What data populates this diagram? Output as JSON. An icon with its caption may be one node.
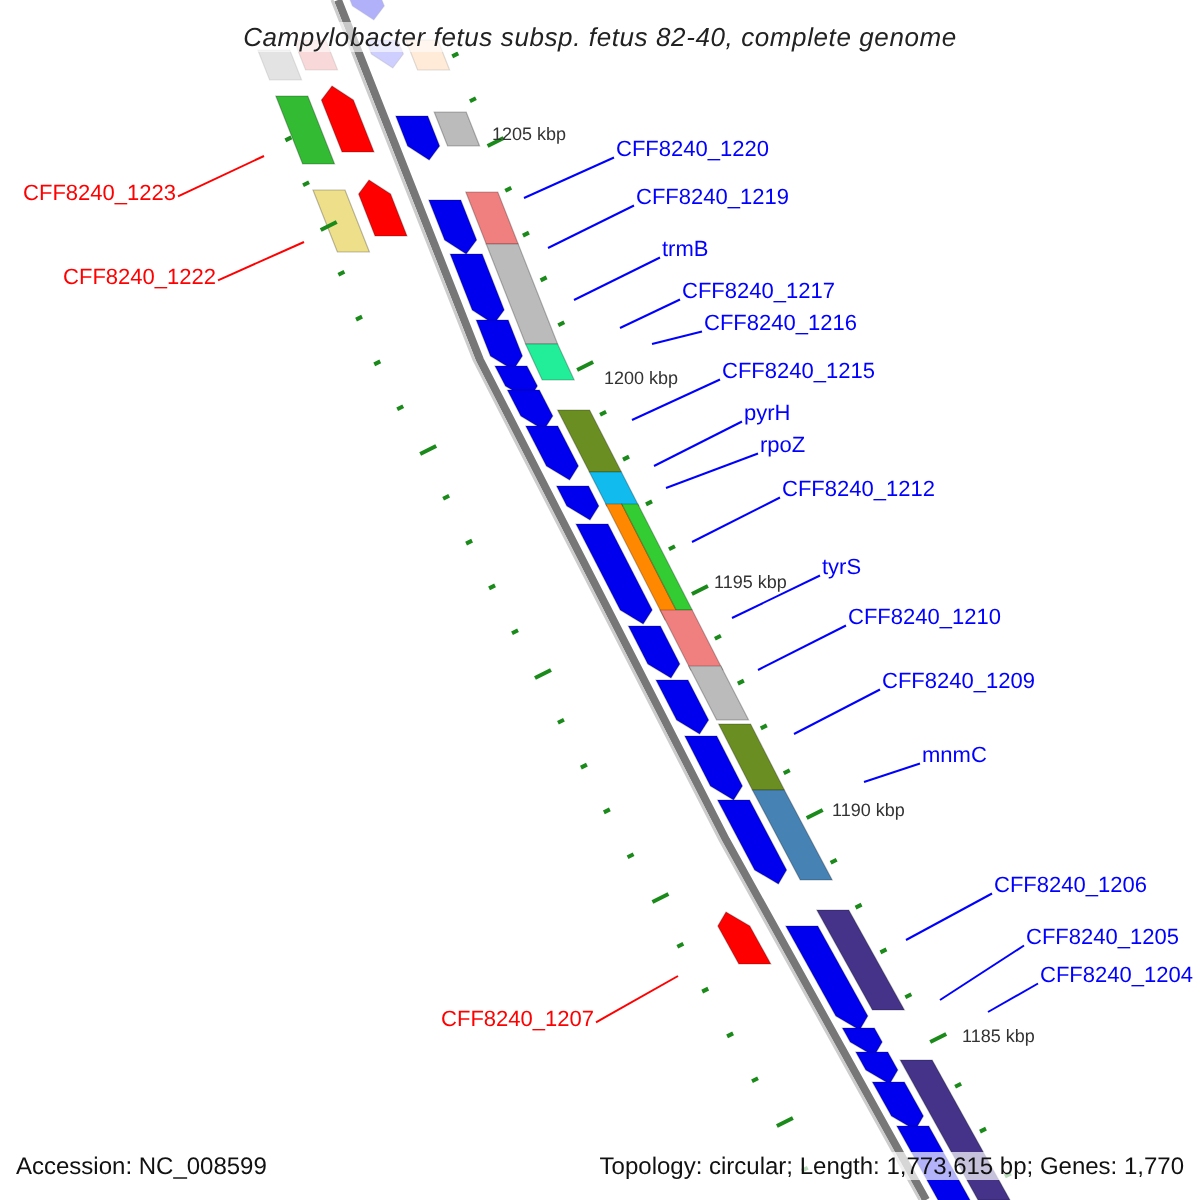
{
  "diagram": {
    "title": "Campylobacter fetus subsp. fetus 82-40, complete genome",
    "nodes": [
      {
        "text": [
          "CFF8240_1220"
        ]
      },
      {
        "text": [
          "CFF8240_1223"
        ]
      },
      {
        "text": [
          "CFF8240_1219"
        ]
      },
      {
        "text": [
          "trmB"
        ]
      },
      {
        "text": [
          "CFF8240_1222"
        ]
      },
      {
        "text": [
          "CFF8240_1217"
        ]
      },
      {
        "text": [
          "CFF8240_1216"
        ]
      },
      {
        "text": [
          "CFF8240_1215"
        ]
      },
      {
        "text": [
          "pyrH"
        ]
      },
      {
        "text": [
          "rpoZ"
        ]
      },
      {
        "text": [
          "CFF8240_1212"
        ]
      },
      {
        "text": [
          "tyrS"
        ]
      },
      {
        "text": [
          "CFF8240_1210"
        ]
      },
      {
        "text": [
          "CFF8240_1209"
        ]
      },
      {
        "text": [
          "mnmC"
        ]
      },
      {
        "text": [
          "CFF8240_1206"
        ]
      },
      {
        "text": [
          "CFF8240_1205"
        ]
      },
      {
        "text": [
          "CFF8240_1204"
        ]
      },
      {
        "text": [
          "CFF8240_1207"
        ]
      }
    ],
    "edges": [
      {
        "from": 0,
        "to": null,
        "arrow": "none"
      },
      {
        "from": 1,
        "to": null,
        "arrow": "none",
        "color": "#ff0000"
      },
      {
        "from": 2,
        "to": null,
        "arrow": "none"
      },
      {
        "from": 3,
        "to": null,
        "arrow": "none"
      },
      {
        "from": 4,
        "to": null,
        "arrow": "none",
        "color": "#ff0000"
      },
      {
        "from": 5,
        "to": null,
        "arrow": "none"
      },
      {
        "from": 6,
        "to": null,
        "arrow": "none"
      },
      {
        "from": 7,
        "to": null,
        "arrow": "none"
      },
      {
        "from": 8,
        "to": null,
        "arrow": "none"
      },
      {
        "from": 9,
        "to": null,
        "arrow": "none"
      },
      {
        "from": 10,
        "to": null,
        "arrow": "none"
      },
      {
        "from": 11,
        "to": null,
        "arrow": "none"
      },
      {
        "from": 12,
        "to": null,
        "arrow": "none"
      },
      {
        "from": 13,
        "to": null,
        "arrow": "none"
      },
      {
        "from": 14,
        "to": null,
        "arrow": "none"
      },
      {
        "from": 15,
        "to": null,
        "arrow": "none"
      },
      {
        "from": 16,
        "to": null,
        "arrow": "none"
      },
      {
        "from": 17,
        "to": null,
        "arrow": "none"
      },
      {
        "from": 18,
        "to": null,
        "arrow": "none",
        "color": "#ff0000"
      }
    ],
    "labels": [
      "1205 kbp",
      "1200 kbp",
      "1195 kbp",
      "1190 kbp",
      "1185 kbp",
      "Accession: NC_008599",
      "Topology: circular; Length: 1,773,615 bp; Genes: 1,770"
    ]
  }
}
